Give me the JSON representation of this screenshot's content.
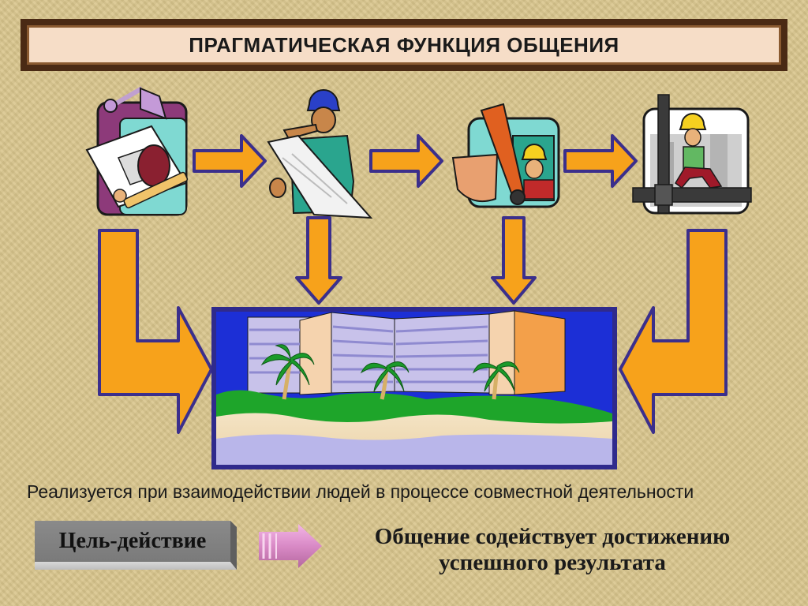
{
  "title": "ПРАГМАТИЧЕСКАЯ ФУНКЦИЯ ОБЩЕНИЯ",
  "caption": "Реализуется при взаимодействии людей в процессе совместной деятельности",
  "goal_label": "Цель-действие",
  "result_line1": "Общение содействует достижению",
  "result_line2": "успешного результата",
  "colors": {
    "arrow_fill": "#f7a21b",
    "arrow_stroke": "#3b2f8c",
    "title_frame": "#4a2a14",
    "title_bg": "#f6ddc7",
    "picture_frame": "#2f2a8c",
    "sky": "#1c2fd6"
  },
  "icons": [
    "architect-icon",
    "engineer-with-blueprint-icon",
    "excavator-operator-icon",
    "construction-worker-icon",
    "finished-building-picture"
  ]
}
